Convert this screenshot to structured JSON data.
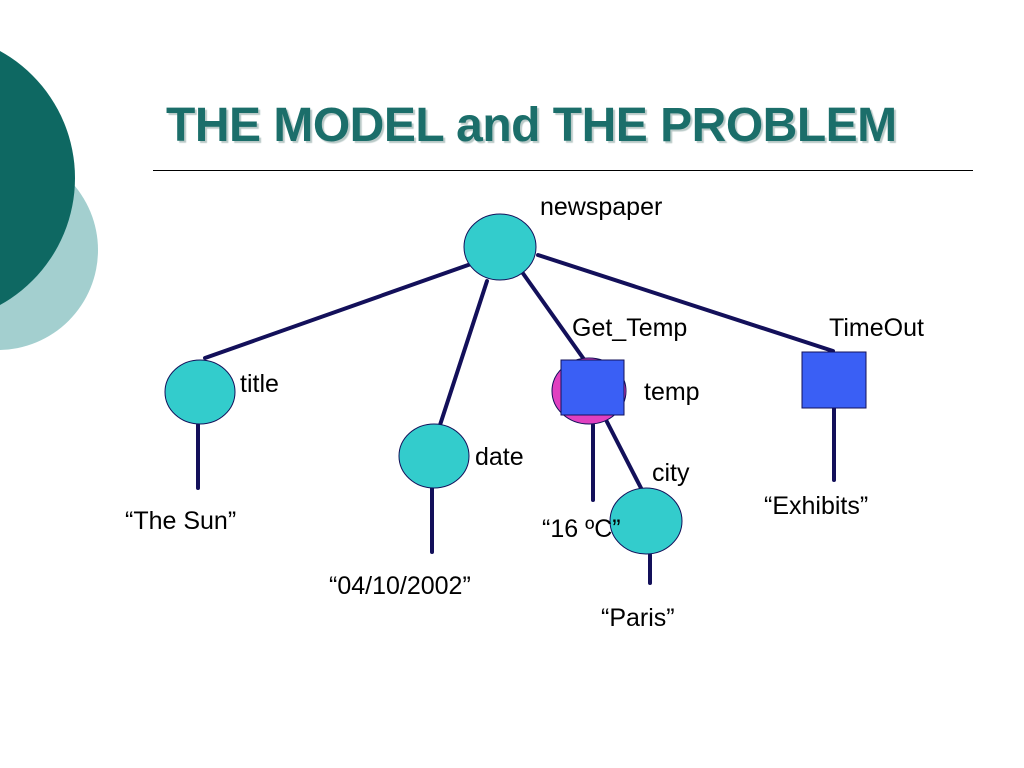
{
  "slide": {
    "title": "THE MODEL and THE PROBLEM"
  },
  "colors": {
    "title": "#1b6e6a",
    "deco_dark": "#0e6862",
    "deco_light": "#a3cfcf",
    "edge": "#13105a",
    "element_node": "#33cccc",
    "service_node": "#3a5ff5",
    "highlight_node": "#e040c0"
  },
  "diagram": {
    "nodes": {
      "newspaper": {
        "label": "newspaper",
        "kind": "element",
        "icon": "circle"
      },
      "title": {
        "label": "title",
        "kind": "element",
        "icon": "circle"
      },
      "date": {
        "label": "date",
        "kind": "element",
        "icon": "circle"
      },
      "temp": {
        "label": "temp",
        "kind": "element-highlighted",
        "icon": "circle"
      },
      "get_temp": {
        "label": "Get_Temp",
        "kind": "service-call",
        "icon": "square"
      },
      "timeout": {
        "label": "TimeOut",
        "kind": "service-call",
        "icon": "square"
      },
      "city": {
        "label": "city",
        "kind": "element",
        "icon": "circle"
      }
    },
    "values": {
      "the_sun": "“The Sun”",
      "date_value": "“04/10/2002”",
      "temp_value": "“16 ºC”",
      "paris": "“Paris”",
      "exhibits": "“Exhibits”"
    },
    "edges": [
      [
        "newspaper",
        "title"
      ],
      [
        "newspaper",
        "date"
      ],
      [
        "newspaper",
        "get_temp"
      ],
      [
        "newspaper",
        "timeout"
      ],
      [
        "get_temp",
        "city"
      ],
      [
        "title",
        "the_sun"
      ],
      [
        "date",
        "date_value"
      ],
      [
        "temp",
        "temp_value"
      ],
      [
        "city",
        "paris"
      ],
      [
        "timeout",
        "exhibits"
      ]
    ]
  }
}
